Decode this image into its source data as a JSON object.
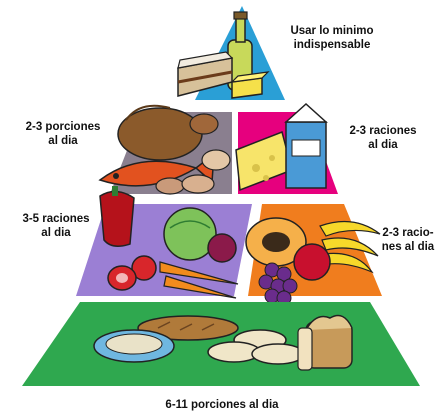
{
  "tiers": {
    "top": {
      "label": "Usar lo minimo\nindispensable",
      "color": "#2a9fd6"
    },
    "meat": {
      "label": "2-3 porciones\nal dia",
      "color": "#8a7f8f"
    },
    "dairy": {
      "label": "2-3 raciones\nal dia",
      "color": "#e6007e"
    },
    "vegetables": {
      "label": "3-5 raciones\nal dia",
      "color": "#9b7fd4"
    },
    "fruits": {
      "label": "2-3 racio-\nnes al dia",
      "color": "#f07d1e"
    },
    "grains": {
      "label": "6-11 porciones al dia",
      "color": "#2fa84f"
    }
  }
}
